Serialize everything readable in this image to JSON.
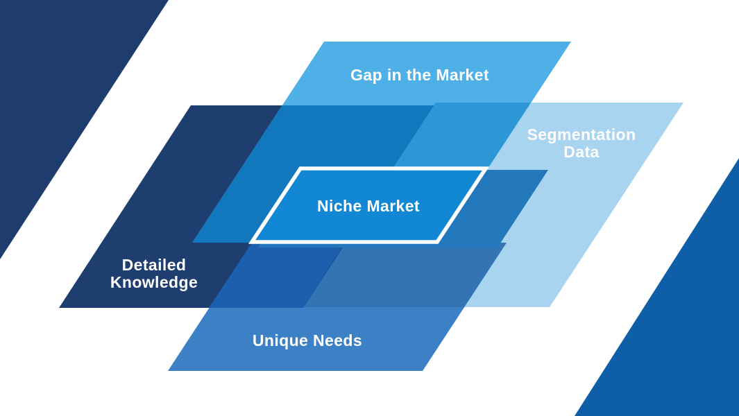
{
  "diagram": {
    "title": "Niche Market overlap diagram",
    "labels": {
      "gap": "Gap in the Market",
      "segmentation_line1": "Segmentation",
      "segmentation_line2": "Data",
      "niche": "Niche Market",
      "detailed_line1": "Detailed",
      "detailed_line2": "Knowledge",
      "unique": "Unique Needs"
    },
    "colors": {
      "background": "#FFFFFF",
      "corner_top_left": "#1E3C6E",
      "corner_bottom_right": "#0E5FA7",
      "gap": "#4FB0E7",
      "segmentation": "#A9D4EF",
      "detailed": "#1E3E70",
      "unique": "#3C80C5",
      "overlap_gap_detailed": "#1278BE",
      "overlap_gap_segmentation": "#2D96D5",
      "overlap_detailed_unique": "#1C5FAE",
      "overlap_unique_segmentation": "#3374B5",
      "niche_backdrop": "#2377BB",
      "niche_fill": "#1287D3",
      "niche_border": "#FFFFFF",
      "label_text": "#FFFFFF"
    }
  }
}
